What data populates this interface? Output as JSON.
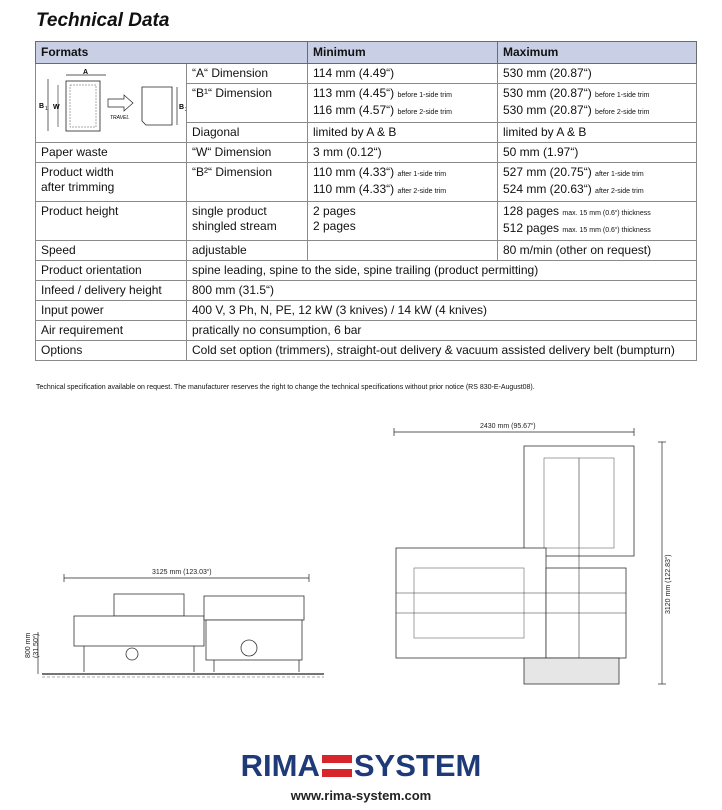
{
  "title": "Technical Data",
  "headers": {
    "formats": "Formats",
    "minimum": "Minimum",
    "maximum": "Maximum"
  },
  "diagram": {
    "a": "A",
    "b1": "B",
    "b1_sub": "1",
    "w": "W",
    "b2": "B",
    "b2_sub": "2",
    "travel": "TRAVEL"
  },
  "rows": {
    "a_dim": {
      "label": "“A“ Dimension",
      "min": "114 mm (4.49“)",
      "max": "530 mm (20.87“)"
    },
    "b1_dim": {
      "label": "“B¹“ Dimension",
      "min1": "113 mm (4.45“)",
      "min1_note": "before 1-side trim",
      "min2": "116 mm (4.57“)",
      "min2_note": "before 2-side trim",
      "max1": "530 mm (20.87“)",
      "max1_note": "before 1-side trim",
      "max2": "530 mm (20.87“)",
      "max2_note": "before 2-side trim"
    },
    "diagonal": {
      "label": "Diagonal",
      "min": "limited by A & B",
      "max": "limited by A & B"
    },
    "paper_waste": {
      "label": "Paper waste",
      "sub": "“W“ Dimension",
      "min": "3 mm (0.12“)",
      "max": "50 mm (1.97“)"
    },
    "product_width": {
      "label1": "Product width",
      "label2": "after trimming",
      "sub": "“B²“ Dimension",
      "min1": "110 mm (4.33“)",
      "min1_note": "after 1-side trim",
      "min2": "110 mm (4.33“)",
      "min2_note": "after 2-side trim",
      "max1": "527 mm (20.75“)",
      "max1_note": "after 1-side trim",
      "max2": "524 mm (20.63“)",
      "max2_note": "after 2-side trim"
    },
    "product_height": {
      "label": "Product height",
      "sub1": "single product",
      "sub2": "shingled stream",
      "min1": "2 pages",
      "min2": "2 pages",
      "max1": "128 pages",
      "max1_note": "max. 15 mm (0.6“) thickness",
      "max2": "512 pages",
      "max2_note": "max. 15 mm (0.6“) thickness"
    },
    "speed": {
      "label": "Speed",
      "sub": "adjustable",
      "min": "",
      "max": "80 m/min (other on request)"
    },
    "orientation": {
      "label": "Product orientation",
      "value": "spine leading, spine to the side, spine trailing (product permitting)"
    },
    "infeed": {
      "label": "Infeed / delivery height",
      "value": "800 mm (31.5“)"
    },
    "power": {
      "label": "Input power",
      "value": "400 V, 3 Ph, N, PE, 12 kW (3 knives) / 14 kW (4 knives)"
    },
    "air": {
      "label": "Air requirement",
      "value": "pratically no consumption, 6 bar"
    },
    "options": {
      "label": "Options",
      "value": "Cold set option (trimmers), straight-out delivery & vacuum assisted delivery belt (bumpturn)"
    }
  },
  "footnote": "Technical specification available on request. The manufacturer reserves the right to change the technical specifications without prior notice (RS 830-E-August08).",
  "drawings": {
    "side_width": "3125 mm (123.03“)",
    "side_height_1": "800 mm",
    "side_height_2": "(31.50“)",
    "top_width": "2430 mm (95.67“)",
    "top_height": "3120 mm (122.83“)"
  },
  "brand": {
    "left": "RIMA",
    "right": "SYSTEM",
    "url": "www.rima-system.com",
    "color": "#1f3a78",
    "accent": "#d6262b"
  },
  "colors": {
    "header_bg": "#c9d0e6"
  }
}
